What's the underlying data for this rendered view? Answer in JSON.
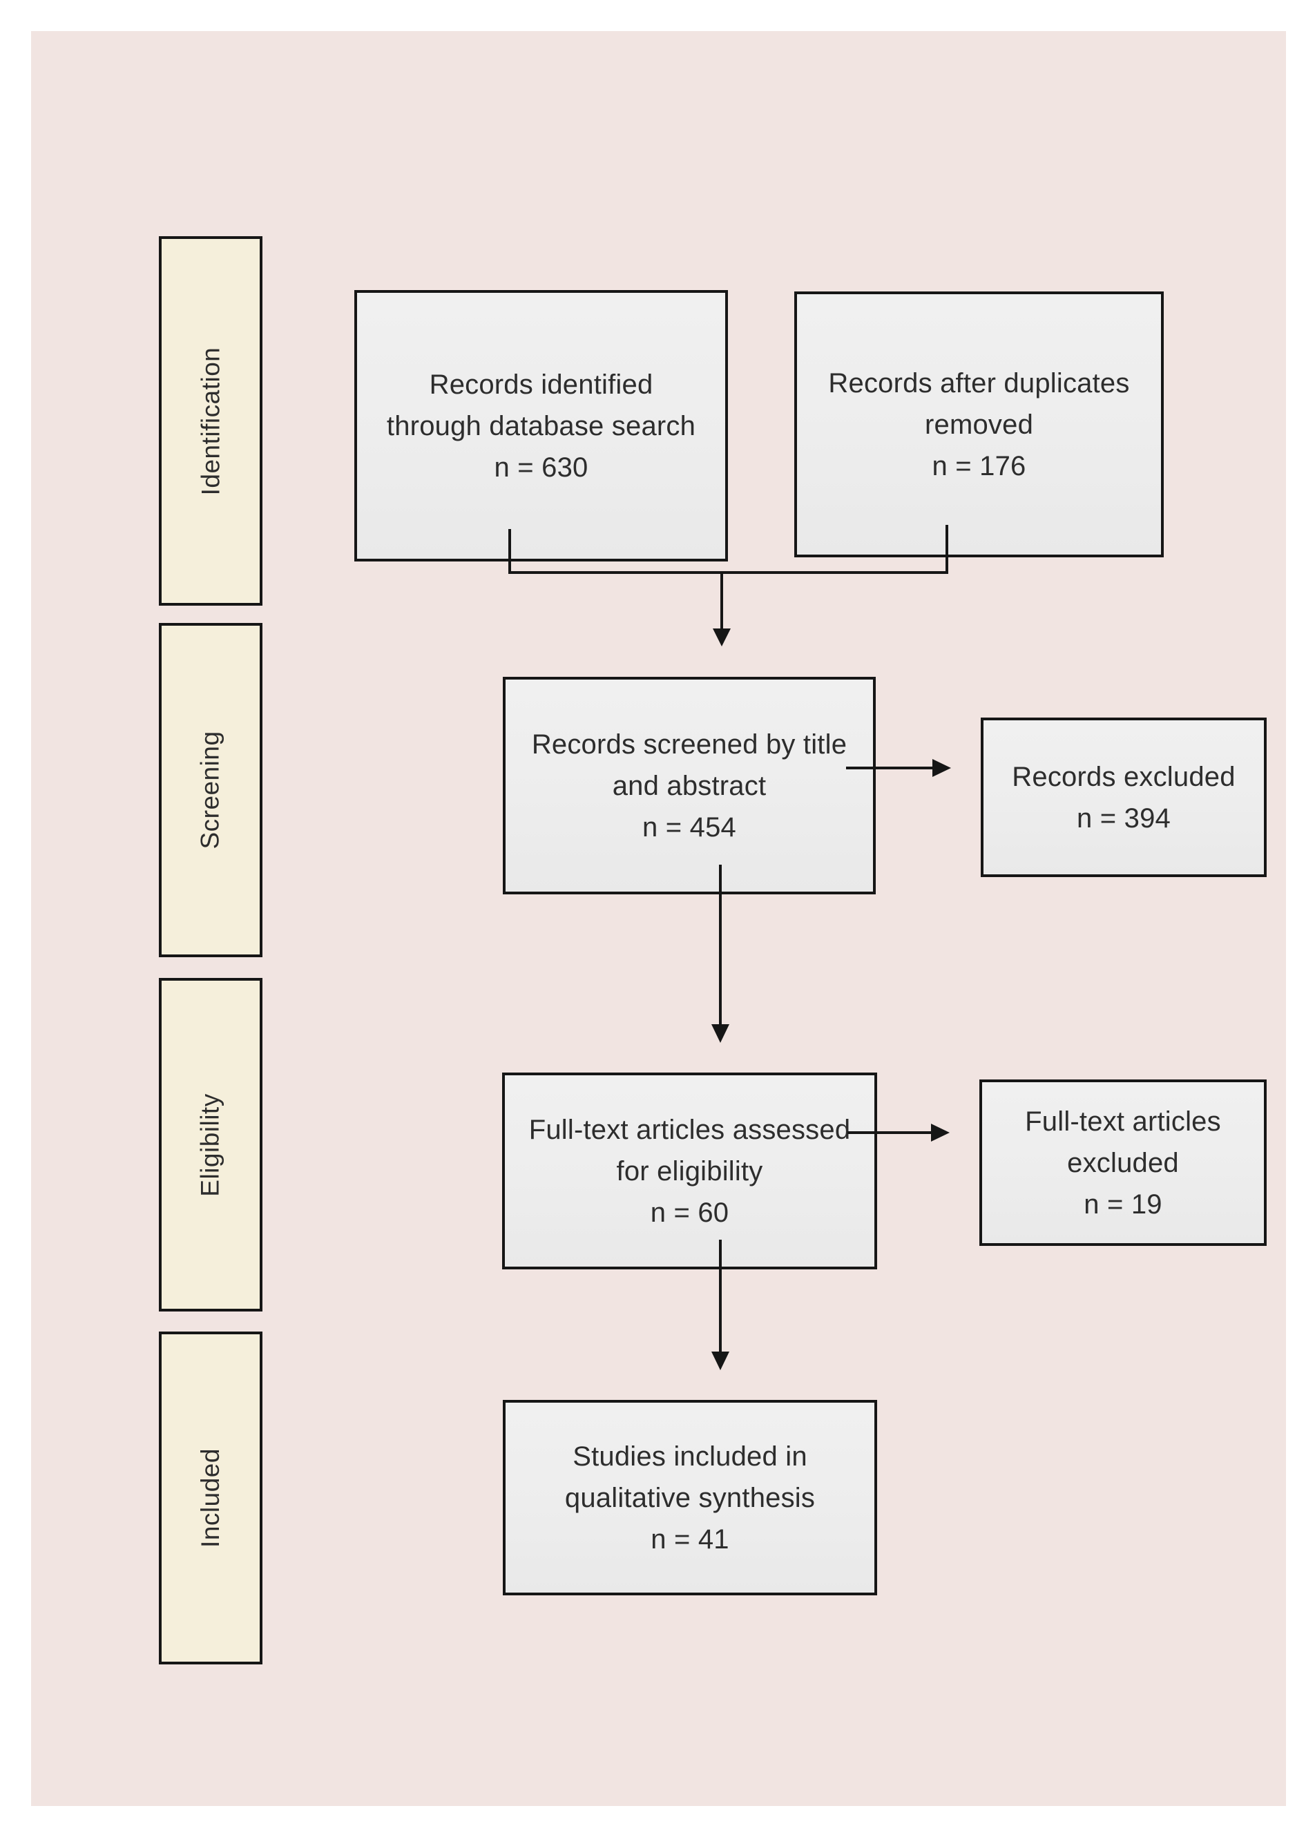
{
  "diagram": {
    "stages": [
      {
        "label": "Identification"
      },
      {
        "label": "Screening"
      },
      {
        "label": "Eligibility"
      },
      {
        "label": "Included"
      }
    ],
    "nodes": {
      "identified": {
        "lines": [
          "Records identified",
          "through database search"
        ],
        "count": "n = 630"
      },
      "deduplicated": {
        "lines": [
          "Records after duplicates",
          "removed"
        ],
        "count": "n = 176"
      },
      "screened": {
        "lines": [
          "Records screened by title",
          "and abstract"
        ],
        "count": "n = 454"
      },
      "records_excluded": {
        "lines": [
          "Records excluded"
        ],
        "count": "n = 394"
      },
      "fulltext_assessed": {
        "lines": [
          "Full-text articles assessed",
          "for eligibility"
        ],
        "count": "n = 60"
      },
      "fulltext_excluded": {
        "lines": [
          "Full-text articles",
          "excluded"
        ],
        "count": "n = 19"
      },
      "included_studies": {
        "lines": [
          "Studies included in",
          "qualitative synthesis"
        ],
        "count": "n = 41"
      }
    },
    "colors": {
      "background": "#ffffff",
      "canvas": "#f1e4e1",
      "stage_fill": "#f5efdb",
      "node_fill": "#ededed",
      "border": "#161616",
      "text": "#2d2d2d"
    }
  }
}
